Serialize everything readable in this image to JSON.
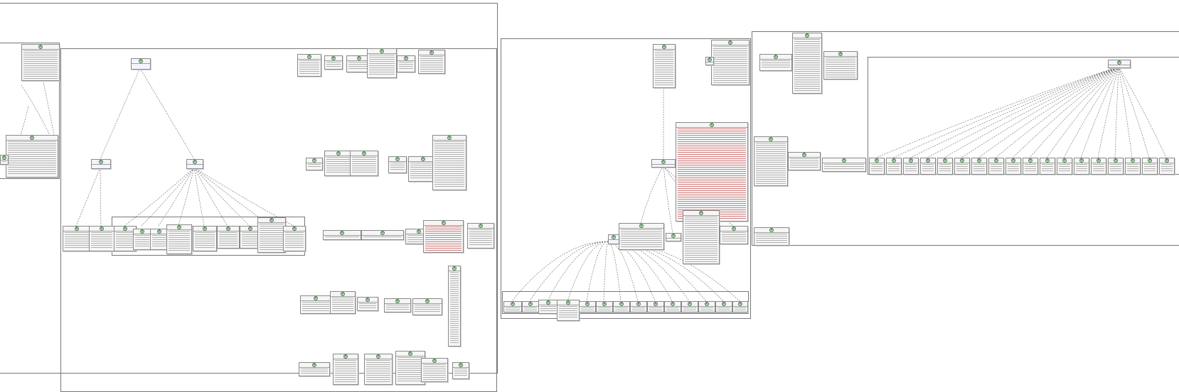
{
  "diagram": {
    "kind": "UML class diagram",
    "text_legible": false,
    "edge_style": "dashed dependency arrows"
  },
  "packages": [
    {
      "id": "pkgA",
      "label": ""
    },
    {
      "id": "pkgA_inner",
      "label": ""
    },
    {
      "id": "pkgB",
      "label": ""
    },
    {
      "id": "pkgB_inner",
      "label": ""
    },
    {
      "id": "pkgC",
      "label": ""
    },
    {
      "id": "pkgD",
      "label": ""
    },
    {
      "id": "pkgE",
      "label": ""
    }
  ],
  "colors": {
    "class_fill": "#f6f6f6",
    "class_border": "#8a8a8a",
    "interface_fill": "#f4f4ff",
    "edge": "#666666",
    "class_icon": "#a8d8a8"
  }
}
